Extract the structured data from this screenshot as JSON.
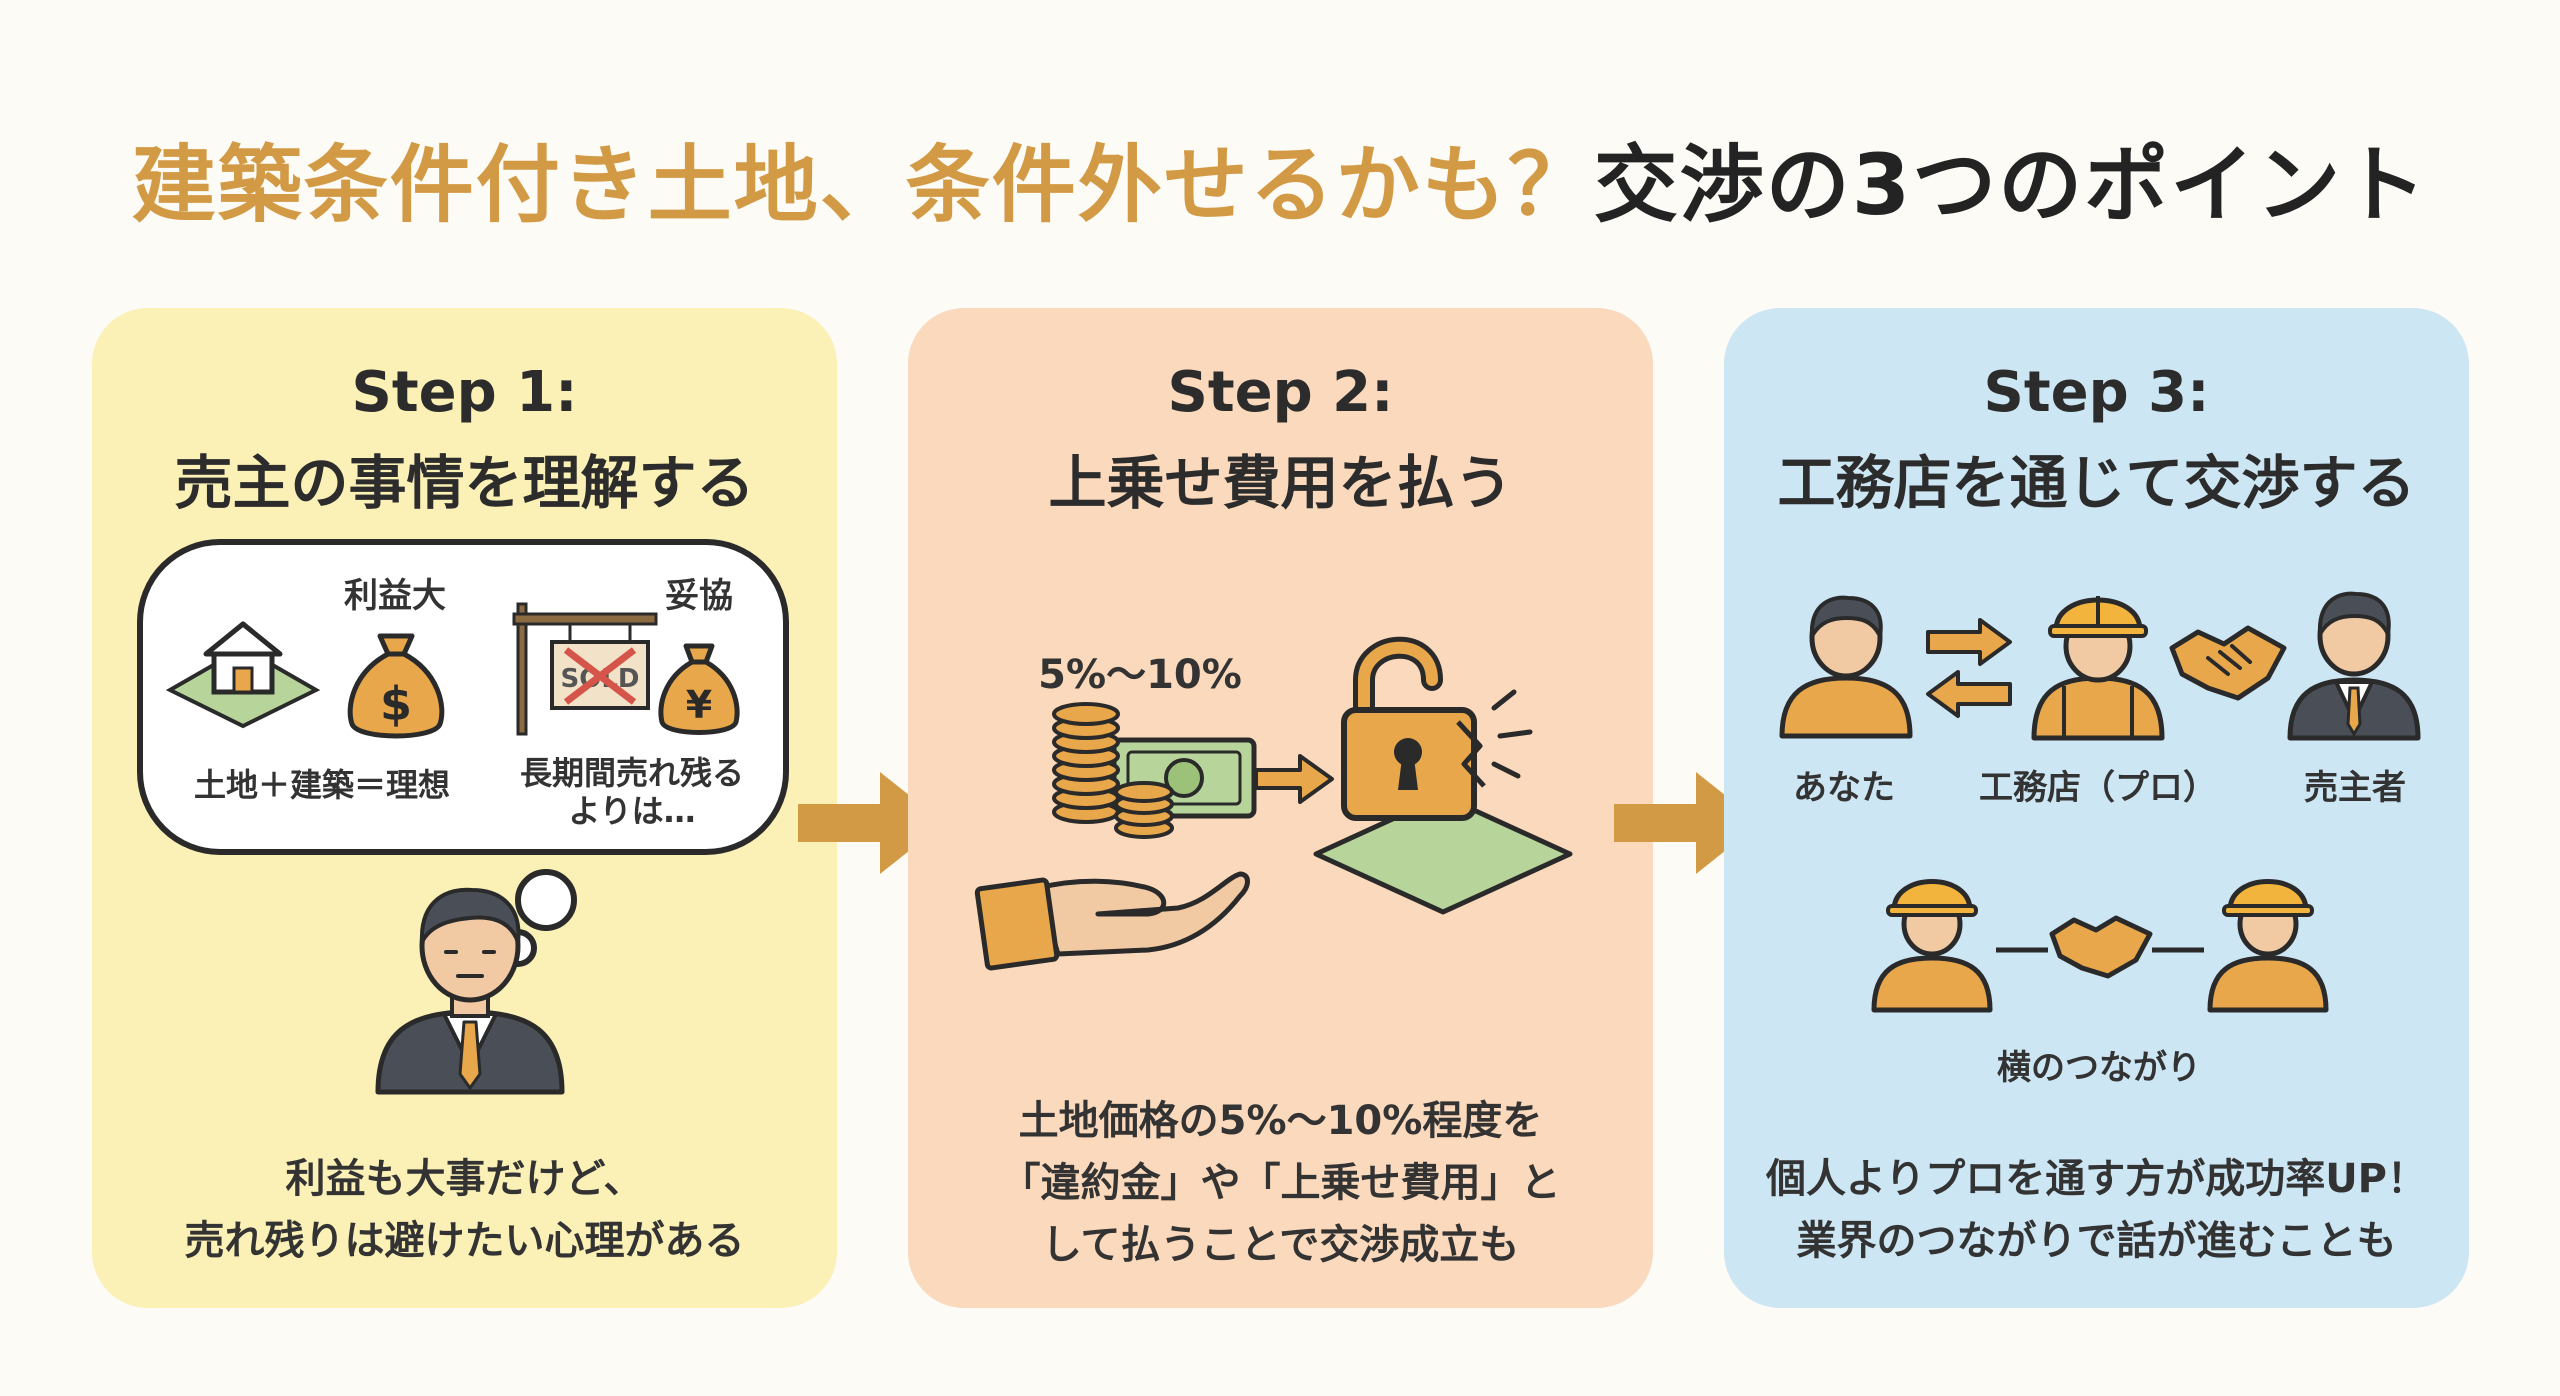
{
  "title": {
    "accent": "建築条件付き土地、条件外せるかも？",
    "main": "交渉の3つのポイント"
  },
  "steps": [
    {
      "number": "Step 1:",
      "title": "売主の事情を理解する",
      "desc_lines": [
        "利益も大事だけど、",
        "売れ残りは避けたい心理がある"
      ],
      "labels": {
        "profit": "利益大",
        "compromise": "妥協",
        "land_build": "土地＋建築＝理想",
        "unsold_1": "長期間売れ残る",
        "unsold_2": "よりは…",
        "sold_sign": "SOLD"
      }
    },
    {
      "number": "Step 2:",
      "title": "上乗せ費用を払う",
      "desc_lines": [
        "土地価格の5%〜10%程度を",
        "「違約金」や「上乗せ費用」と",
        "して払うことで交渉成立も"
      ],
      "labels": {
        "percent": "5%〜10%"
      }
    },
    {
      "number": "Step 3:",
      "title": "工務店を通じて交渉する",
      "desc_lines": [
        "個人よりプロを通す方が成功率UP！",
        "業界のつながりで話が進むことも"
      ],
      "labels": {
        "you": "あなた",
        "builder": "工務店（プロ）",
        "seller": "売主者",
        "network": "横のつながり"
      }
    }
  ],
  "icons": {
    "money_bag_dollar": "$",
    "money_bag_yen": "¥"
  },
  "colors": {
    "accent": "#d39a45",
    "panel1": "#fbf0b6",
    "panel2": "#fad9bc",
    "panel3": "#cde6f4",
    "arrow": "#d39a45"
  }
}
